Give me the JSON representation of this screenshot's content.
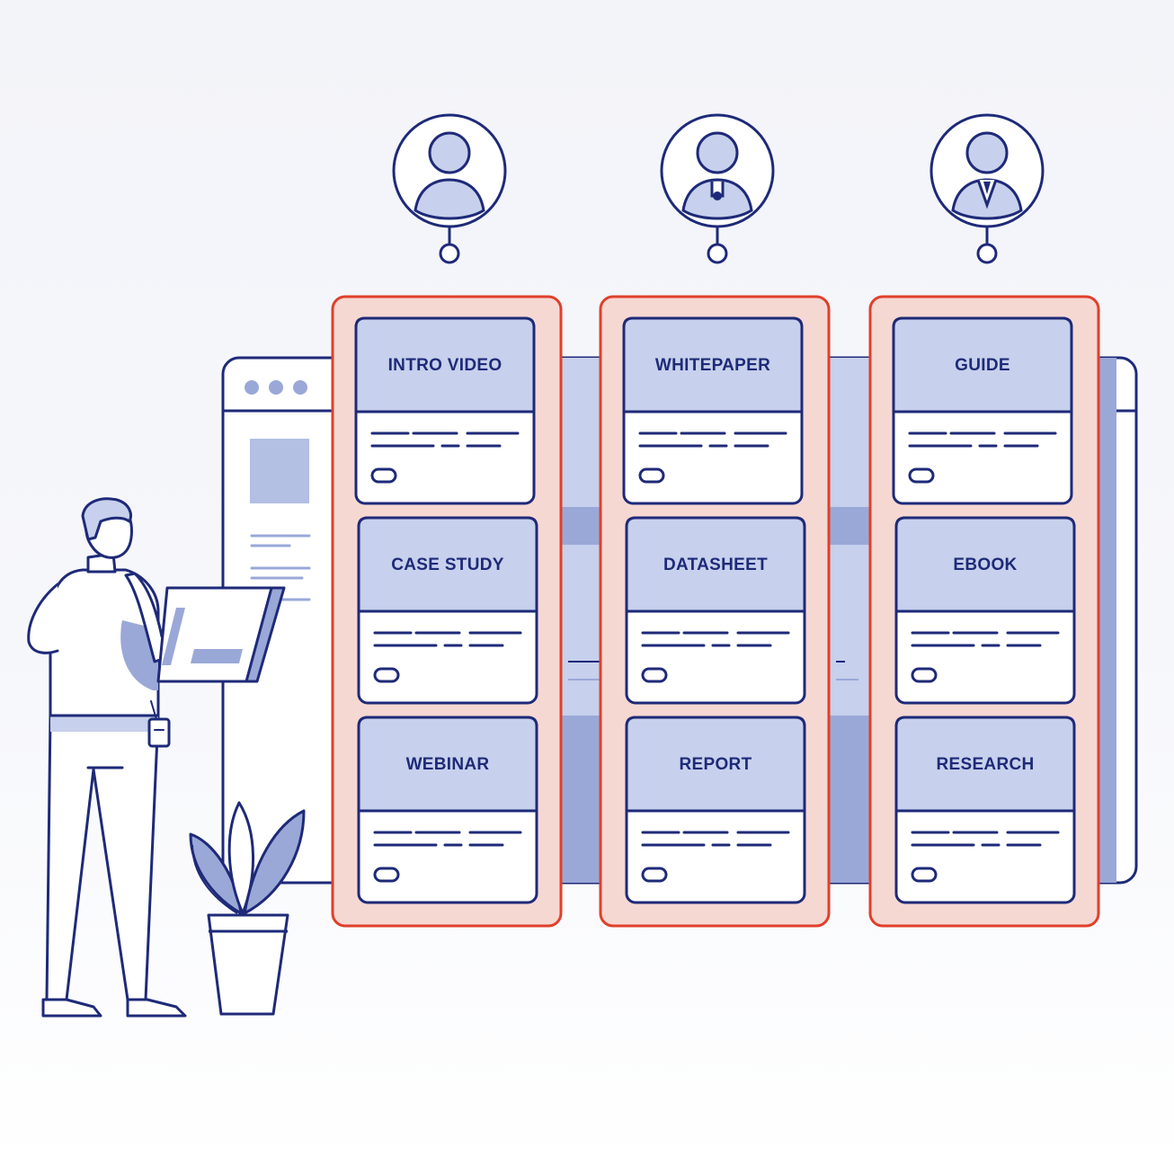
{
  "colors": {
    "navy": "#1e2a78",
    "lavender": "#c7d0ec",
    "lavender_mid": "#9aa8d8",
    "lavender_dark": "#7f92cf",
    "column_fill": "#f6d8d3",
    "column_stroke": "#e0402a",
    "white": "#ffffff"
  },
  "personas": [
    {
      "icon": "persona-1-icon"
    },
    {
      "icon": "persona-2-icon"
    },
    {
      "icon": "persona-3-icon"
    }
  ],
  "columns": [
    {
      "cards": [
        {
          "title": "INTRO VIDEO"
        },
        {
          "title": "CASE STUDY"
        },
        {
          "title": "WEBINAR"
        }
      ]
    },
    {
      "cards": [
        {
          "title": "WHITEPAPER"
        },
        {
          "title": "DATASHEET"
        },
        {
          "title": "REPORT"
        }
      ]
    },
    {
      "cards": [
        {
          "title": "GUIDE"
        },
        {
          "title": "EBOOK"
        },
        {
          "title": "RESEARCH"
        }
      ]
    }
  ]
}
